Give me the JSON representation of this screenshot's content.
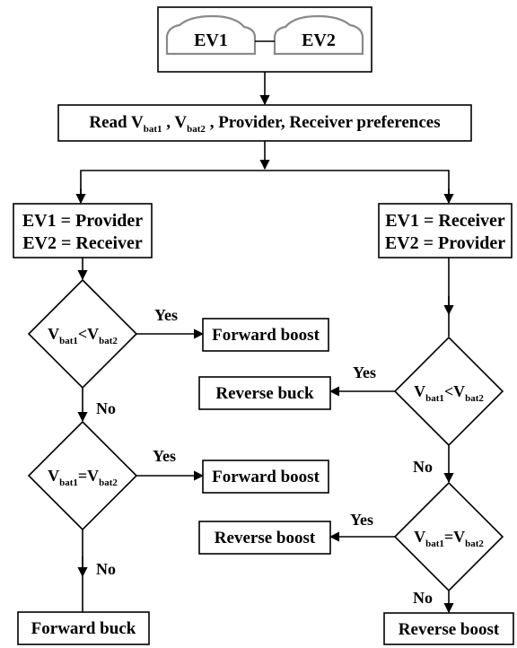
{
  "top": {
    "ev1": "EV1",
    "ev2": "EV2"
  },
  "read_step": {
    "prefix": "Read V",
    "sub1": "bat1",
    "mid": " , V",
    "sub2": "bat2",
    "suffix": " , Provider, Receiver preferences"
  },
  "left_role": {
    "line1": "EV1 = Provider",
    "line2": "EV2 = Receiver"
  },
  "right_role": {
    "line1": "EV1 = Receiver",
    "line2": "EV2 = Provider"
  },
  "cond_less": {
    "v": "V",
    "s1": "bat1",
    "op": "<",
    "s2": "bat2"
  },
  "cond_equal": {
    "v": "V",
    "s1": "bat1",
    "op": "=",
    "s2": "bat2"
  },
  "labels": {
    "yes": "Yes",
    "no": "No"
  },
  "outcomes": {
    "left_less_yes": "Forward boost",
    "left_equal_yes": "Forward boost",
    "left_no": "Forward buck",
    "right_less_yes": "Reverse buck",
    "right_equal_yes": "Reverse boost",
    "right_no": "Reverse boost"
  }
}
